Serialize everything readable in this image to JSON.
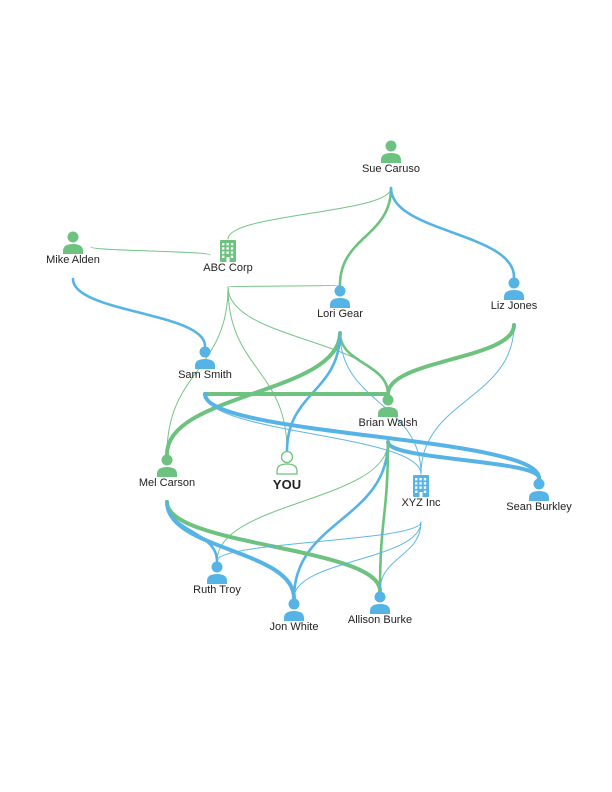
{
  "colors": {
    "green": "#6cc27e",
    "blue": "#56b3e6",
    "you_outline": "#6cc27e",
    "label": "#222222"
  },
  "nodes": {
    "sue_caruso": {
      "label": "Sue Caruso",
      "kind": "person",
      "color": "green"
    },
    "mike_alden": {
      "label": "Mike Alden",
      "kind": "person",
      "color": "green"
    },
    "abc_corp": {
      "label": "ABC Corp",
      "kind": "building",
      "color": "green"
    },
    "lori_gear": {
      "label": "Lori Gear",
      "kind": "person",
      "color": "blue"
    },
    "liz_jones": {
      "label": "Liz Jones",
      "kind": "person",
      "color": "blue"
    },
    "sam_smith": {
      "label": "Sam Smith",
      "kind": "person",
      "color": "blue"
    },
    "brian_walsh": {
      "label": "Brian Walsh",
      "kind": "person",
      "color": "green"
    },
    "mel_carson": {
      "label": "Mel Carson",
      "kind": "person",
      "color": "green"
    },
    "you": {
      "label": "YOU",
      "kind": "you",
      "color": "green"
    },
    "xyz_inc": {
      "label": "XYZ Inc",
      "kind": "building",
      "color": "blue"
    },
    "sean_burkley": {
      "label": "Sean Burkley",
      "kind": "person",
      "color": "blue"
    },
    "ruth_troy": {
      "label": "Ruth Troy",
      "kind": "person",
      "color": "blue"
    },
    "jon_white": {
      "label": "Jon White",
      "kind": "person",
      "color": "blue"
    },
    "allison_burke": {
      "label": "Allison Burke",
      "kind": "person",
      "color": "blue"
    }
  },
  "edges": [
    {
      "from": "sue_caruso",
      "to": "abc_corp",
      "color": "green",
      "weight": "thin"
    },
    {
      "from": "sue_caruso",
      "to": "lori_gear",
      "color": "mixed",
      "weight": "medium"
    },
    {
      "from": "sue_caruso",
      "to": "liz_jones",
      "color": "mixed",
      "weight": "medium"
    },
    {
      "from": "mike_alden",
      "to": "abc_corp",
      "color": "green",
      "weight": "thin"
    },
    {
      "from": "mike_alden",
      "to": "sam_smith",
      "color": "mixed",
      "weight": "medium"
    },
    {
      "from": "abc_corp",
      "to": "mel_carson",
      "color": "green",
      "weight": "thin"
    },
    {
      "from": "abc_corp",
      "to": "you",
      "color": "green",
      "weight": "thin"
    },
    {
      "from": "abc_corp",
      "to": "brian_walsh",
      "color": "green",
      "weight": "thin"
    },
    {
      "from": "abc_corp",
      "to": "lori_gear",
      "color": "green",
      "weight": "thin"
    },
    {
      "from": "lori_gear",
      "to": "mel_carson",
      "color": "mixed",
      "weight": "thick"
    },
    {
      "from": "lori_gear",
      "to": "you",
      "color": "mixed",
      "weight": "medium"
    },
    {
      "from": "lori_gear",
      "to": "brian_walsh",
      "color": "mixed",
      "weight": "medium"
    },
    {
      "from": "lori_gear",
      "to": "xyz_inc",
      "color": "blue",
      "weight": "thin"
    },
    {
      "from": "liz_jones",
      "to": "brian_walsh",
      "color": "mixed",
      "weight": "thick"
    },
    {
      "from": "liz_jones",
      "to": "xyz_inc",
      "color": "blue",
      "weight": "thin"
    },
    {
      "from": "sam_smith",
      "to": "brian_walsh",
      "color": "mixed",
      "weight": "thick"
    },
    {
      "from": "sam_smith",
      "to": "sean_burkley",
      "color": "blue",
      "weight": "thick"
    },
    {
      "from": "sam_smith",
      "to": "xyz_inc",
      "color": "blue",
      "weight": "thin"
    },
    {
      "from": "brian_walsh",
      "to": "sean_burkley",
      "color": "mixed",
      "weight": "thick"
    },
    {
      "from": "brian_walsh",
      "to": "ruth_troy",
      "color": "mixed",
      "weight": "thin"
    },
    {
      "from": "brian_walsh",
      "to": "jon_white",
      "color": "mixed",
      "weight": "medium"
    },
    {
      "from": "brian_walsh",
      "to": "allison_burke",
      "color": "mixed",
      "weight": "medium"
    },
    {
      "from": "mel_carson",
      "to": "jon_white",
      "color": "mixed",
      "weight": "thick"
    },
    {
      "from": "mel_carson",
      "to": "allison_burke",
      "color": "mixed",
      "weight": "thick"
    },
    {
      "from": "mel_carson",
      "to": "ruth_troy",
      "color": "mixed",
      "weight": "medium"
    },
    {
      "from": "xyz_inc",
      "to": "ruth_troy",
      "color": "blue",
      "weight": "thin"
    },
    {
      "from": "xyz_inc",
      "to": "jon_white",
      "color": "blue",
      "weight": "thin"
    },
    {
      "from": "xyz_inc",
      "to": "allison_burke",
      "color": "blue",
      "weight": "thin"
    }
  ]
}
